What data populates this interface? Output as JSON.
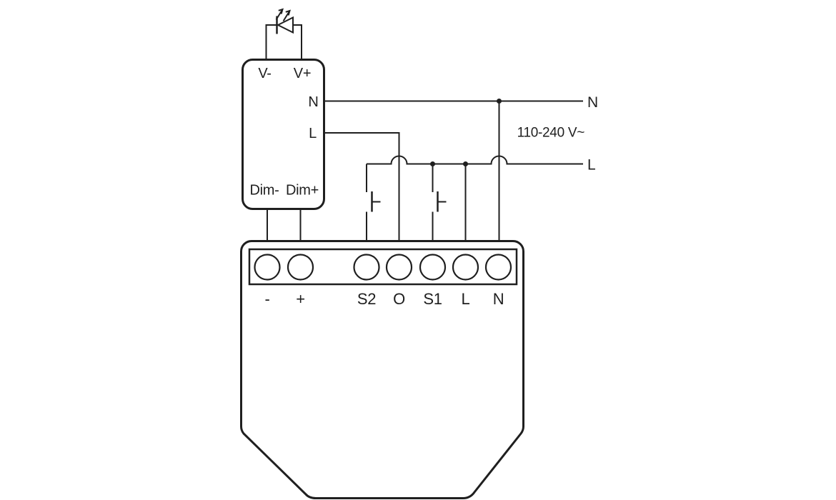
{
  "diagram": {
    "type": "wiring-diagram",
    "driver": {
      "v_minus": "V-",
      "v_plus": "V+",
      "n": "N",
      "l": "L",
      "dim_minus": "Dim-",
      "dim_plus": "Dim+"
    },
    "device": {
      "terminals": [
        "-",
        "+",
        "S2",
        "O",
        "S1",
        "L",
        "N"
      ]
    },
    "mains": {
      "neutral": "N",
      "line": "L",
      "voltage": "110-240 V~"
    },
    "icons": [
      "led-icon",
      "push-button-icon",
      "junction-dot",
      "wire-hop"
    ],
    "colors": {
      "line": "#1f1f1f",
      "background": "#ffffff"
    }
  }
}
